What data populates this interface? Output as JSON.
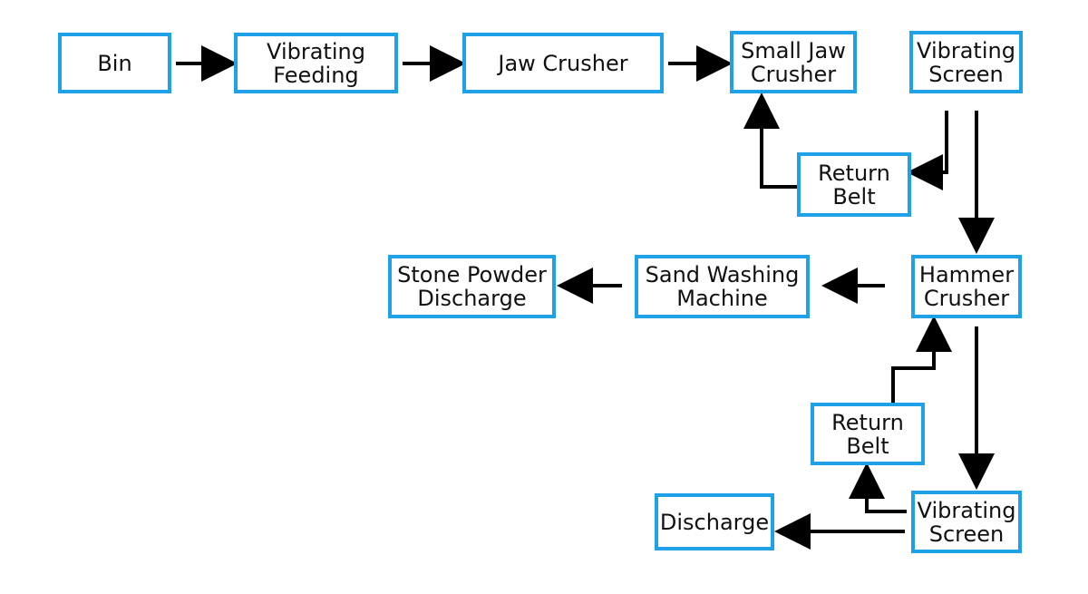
{
  "diagram": {
    "accent_color": "#1ea1e6",
    "arrow_color": "#000000",
    "nodes": {
      "bin": "Bin",
      "vibrating_feeding": "Vibrating\nFeeding",
      "jaw_crusher": "Jaw Crusher",
      "small_jaw_crusher": "Small Jaw\nCrusher",
      "vibrating_screen_top": "Vibrating\nScreen",
      "return_belt_top": "Return\nBelt",
      "hammer_crusher": "Hammer\nCrusher",
      "sand_washing_machine": "Sand Washing\nMachine",
      "stone_powder_discharge": "Stone Powder\nDischarge",
      "return_belt_bottom": "Return\nBelt",
      "vibrating_screen_bottom": "Vibrating\nScreen",
      "discharge": "Discharge"
    }
  }
}
